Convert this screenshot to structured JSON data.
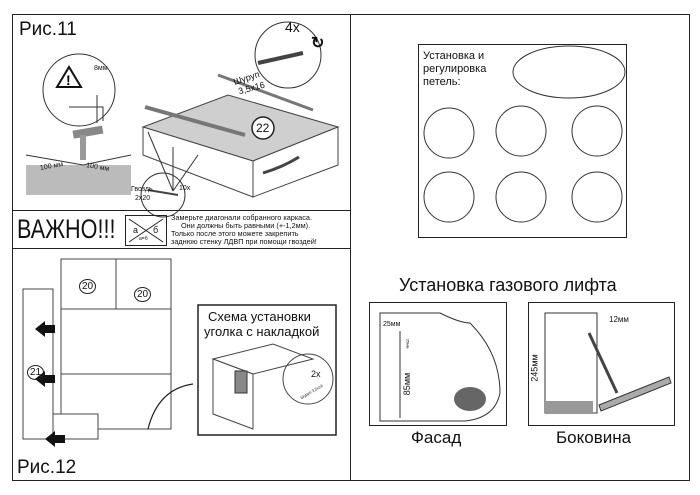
{
  "fig11": {
    "title": "Рис.11",
    "gap_label": "8мм",
    "nail_spacing_left": "100 мм",
    "nail_spacing_right": "100 мм",
    "screw_count": "4x",
    "screw_name": "Шуруп",
    "screw_size": "3,5x16",
    "part_number": "22",
    "nail_count": "10x",
    "nail_name": "Гвоздь",
    "nail_size": "2x20"
  },
  "important": {
    "heading": "ВАЖНО!!!",
    "diag_a": "а",
    "diag_b": "б",
    "diag_eq": "а=б",
    "lines": [
      "Замерьте диагонали собранного каркаса.",
      "Они должны быть равными (+-1,2мм).",
      "Только после этого можете закрепить",
      "заднюю стенку ЛДВП при помощи гвоздей!"
    ]
  },
  "fig12": {
    "title": "Рис.12",
    "part_a": "20",
    "part_b": "20",
    "part_c": "21",
    "inset_title_1": "Схема  установки",
    "inset_title_2": "уголка с накладкой",
    "screw_count": "2x",
    "screw_label": "Шуруп 3,5x16"
  },
  "hinges": {
    "title_1": "Установка и",
    "title_2": "регулировка",
    "title_3": "петель:"
  },
  "gaslift": {
    "title": "Установка газового лифта",
    "facade_label": "Фасад",
    "side_label": "Боковина",
    "dim_25": "25мм",
    "dim_35": "35мм",
    "dim_85": "85мм",
    "dim_12": "12мм",
    "dim_245": "245мм"
  }
}
